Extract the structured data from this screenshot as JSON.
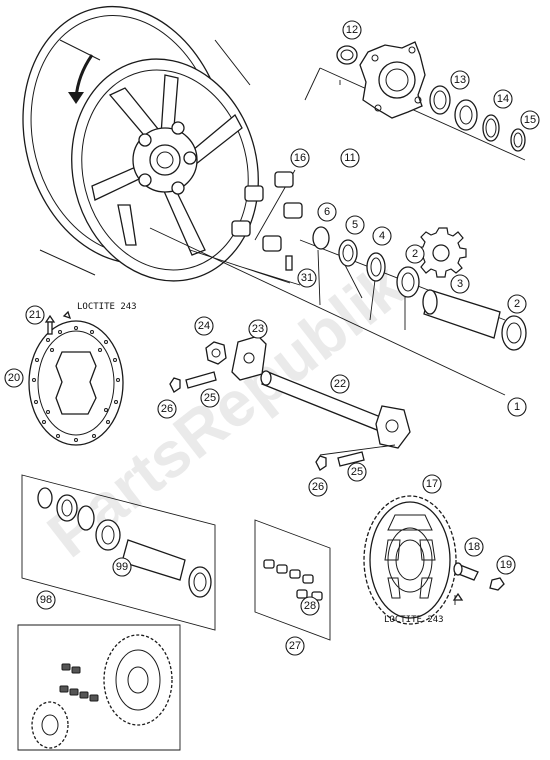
{
  "watermark": "PartsRepublik",
  "notes": {
    "loctite_top": "LOCTITE 243",
    "loctite_bottom": "LOCTITE 243"
  },
  "callouts": [
    {
      "id": "c1",
      "label": "1"
    },
    {
      "id": "c2a",
      "label": "2"
    },
    {
      "id": "c2b",
      "label": "2"
    },
    {
      "id": "c3",
      "label": "3"
    },
    {
      "id": "c4",
      "label": "4"
    },
    {
      "id": "c5",
      "label": "5"
    },
    {
      "id": "c6",
      "label": "6"
    },
    {
      "id": "c11",
      "label": "11"
    },
    {
      "id": "c12",
      "label": "12"
    },
    {
      "id": "c13",
      "label": "13"
    },
    {
      "id": "c14",
      "label": "14"
    },
    {
      "id": "c15",
      "label": "15"
    },
    {
      "id": "c16",
      "label": "16"
    },
    {
      "id": "c17",
      "label": "17"
    },
    {
      "id": "c18",
      "label": "18"
    },
    {
      "id": "c19",
      "label": "19"
    },
    {
      "id": "c20",
      "label": "20"
    },
    {
      "id": "c21",
      "label": "21"
    },
    {
      "id": "c22",
      "label": "22"
    },
    {
      "id": "c23",
      "label": "23"
    },
    {
      "id": "c24",
      "label": "24"
    },
    {
      "id": "c25a",
      "label": "25"
    },
    {
      "id": "c25b",
      "label": "25"
    },
    {
      "id": "c26a",
      "label": "26"
    },
    {
      "id": "c26b",
      "label": "26"
    },
    {
      "id": "c27",
      "label": "27"
    },
    {
      "id": "c28",
      "label": "28"
    },
    {
      "id": "c31",
      "label": "31"
    },
    {
      "id": "c98",
      "label": "98"
    },
    {
      "id": "c99",
      "label": "99"
    }
  ],
  "icons": {
    "direction_arrow": "rotation-arrow-icon",
    "settings": "gear-icon"
  }
}
